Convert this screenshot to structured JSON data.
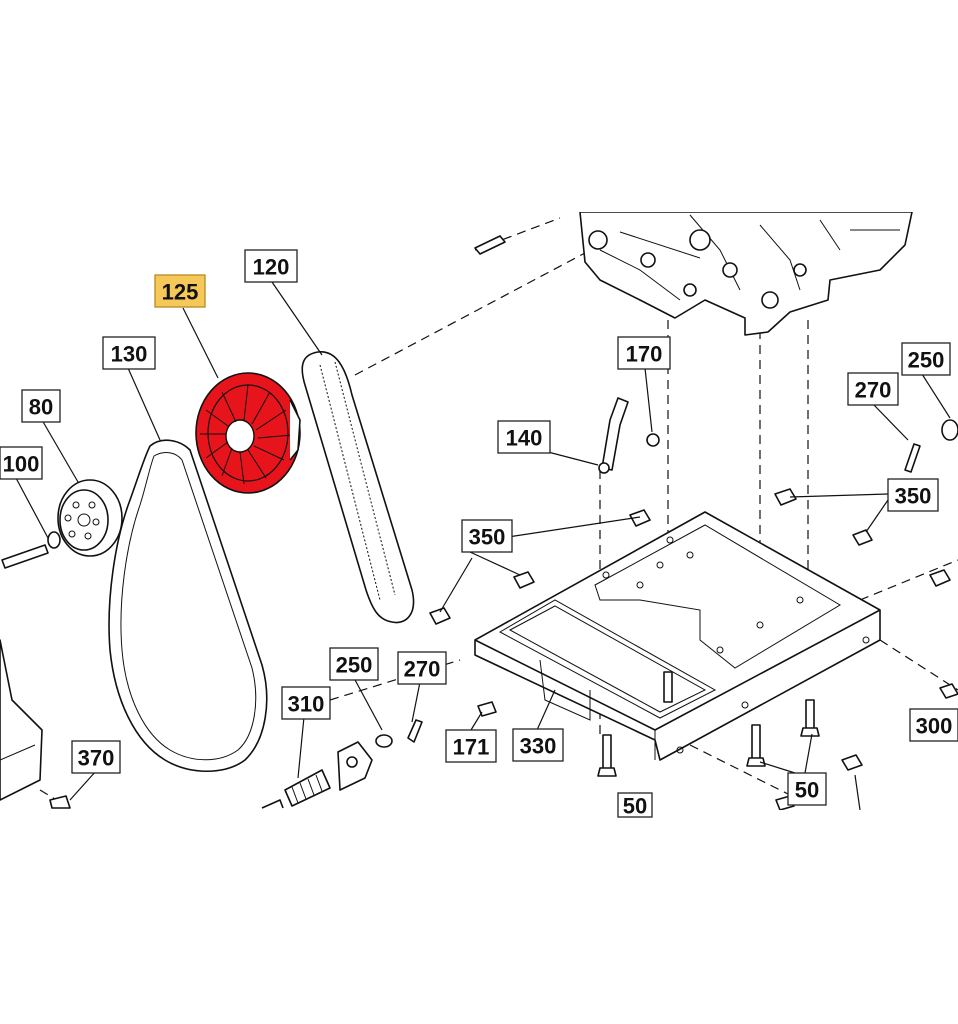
{
  "highlight_color": "#f6c85a",
  "selected_part_color": "#e8141c",
  "selected_part": "125",
  "callouts": [
    {
      "id": "c125",
      "label": "125",
      "highlight": true
    },
    {
      "id": "c120",
      "label": "120"
    },
    {
      "id": "c130",
      "label": "130"
    },
    {
      "id": "c80",
      "label": "80"
    },
    {
      "id": "c100",
      "label": "100"
    },
    {
      "id": "c170",
      "label": "170"
    },
    {
      "id": "c250a",
      "label": "250"
    },
    {
      "id": "c270a",
      "label": "270"
    },
    {
      "id": "c140",
      "label": "140"
    },
    {
      "id": "c350a",
      "label": "350"
    },
    {
      "id": "c350b",
      "label": "350"
    },
    {
      "id": "c250b",
      "label": "250"
    },
    {
      "id": "c270b",
      "label": "270"
    },
    {
      "id": "c310",
      "label": "310"
    },
    {
      "id": "c370",
      "label": "370"
    },
    {
      "id": "c171",
      "label": "171"
    },
    {
      "id": "c330",
      "label": "330"
    },
    {
      "id": "c300",
      "label": "300"
    },
    {
      "id": "c50a",
      "label": "50"
    },
    {
      "id": "c50b",
      "label": "50"
    }
  ]
}
